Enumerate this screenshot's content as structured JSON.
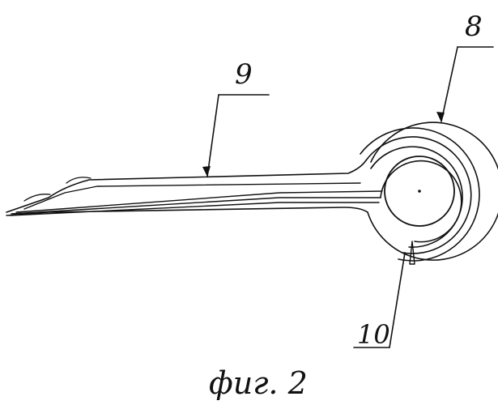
{
  "labels": {
    "spiral": "8",
    "strip": "9",
    "slot": "10"
  },
  "caption": "фиг. 2"
}
